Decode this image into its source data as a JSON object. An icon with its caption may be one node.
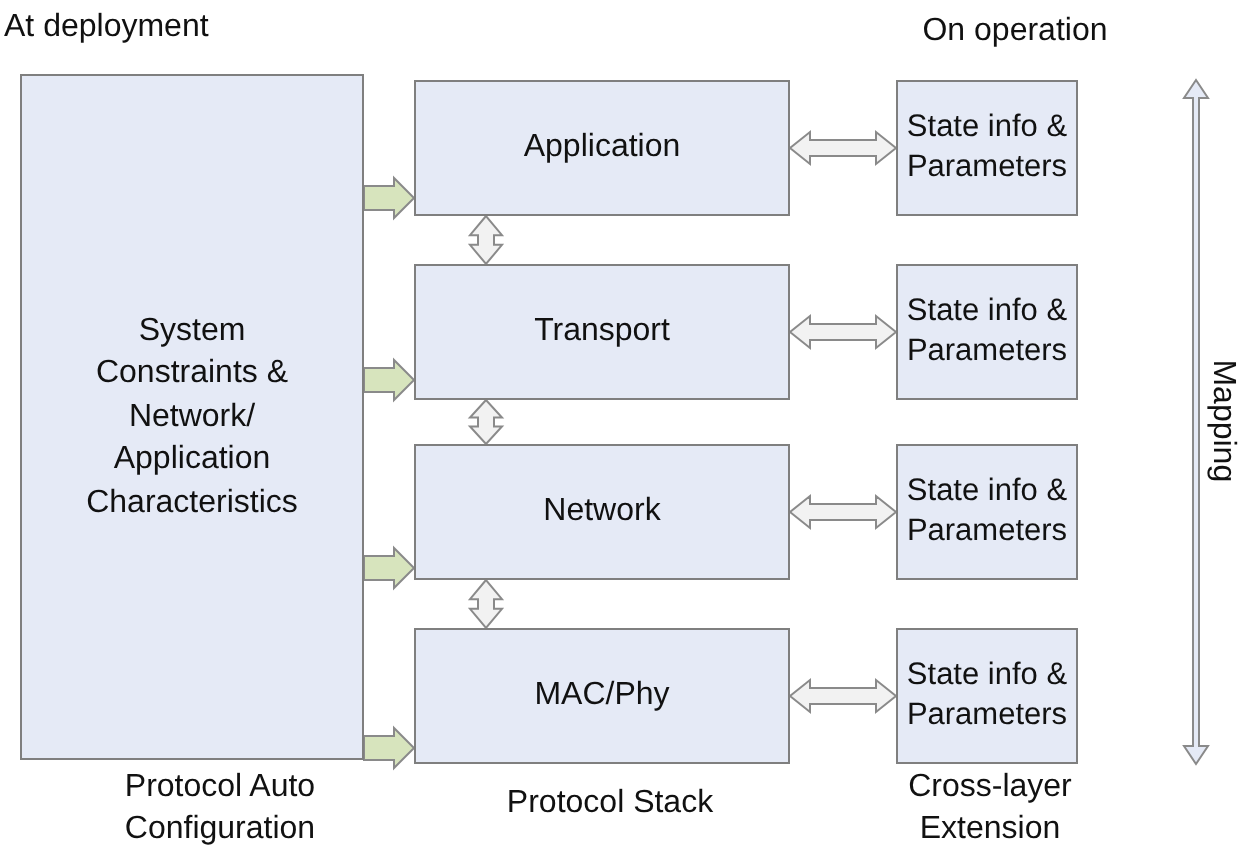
{
  "diagram": {
    "nodes": [
      {
        "text": [
          "System Constraints & Network/ Application Characteristics"
        ]
      },
      {
        "text": [
          "Application"
        ]
      },
      {
        "text": [
          "Transport"
        ]
      },
      {
        "text": [
          "Network"
        ]
      },
      {
        "text": [
          "MAC/Phy"
        ]
      },
      {
        "text": [
          "State info & Parameters"
        ]
      },
      {
        "text": [
          "State info & Parameters"
        ]
      },
      {
        "text": [
          "State info & Parameters"
        ]
      },
      {
        "text": [
          "State info & Parameters"
        ]
      }
    ],
    "edges": [
      {
        "from": 0,
        "to": 1,
        "arrow": "to",
        "color": "#d7e4bd"
      },
      {
        "from": 0,
        "to": 2,
        "arrow": "to",
        "color": "#d7e4bd"
      },
      {
        "from": 0,
        "to": 3,
        "arrow": "to",
        "color": "#d7e4bd"
      },
      {
        "from": 0,
        "to": 4,
        "arrow": "to",
        "color": "#d7e4bd"
      },
      {
        "from": 1,
        "to": 2,
        "arrow": "both"
      },
      {
        "from": 2,
        "to": 3,
        "arrow": "both"
      },
      {
        "from": 3,
        "to": 4,
        "arrow": "both"
      },
      {
        "from": 1,
        "to": 5,
        "arrow": "both"
      },
      {
        "from": 2,
        "to": 6,
        "arrow": "both"
      },
      {
        "from": 3,
        "to": 7,
        "arrow": "both"
      },
      {
        "from": 4,
        "to": 8,
        "arrow": "both"
      }
    ],
    "labels": [
      "At deployment",
      "On operation",
      "Mapping",
      "Protocol Auto Configuration",
      "Protocol Stack",
      "Cross-layer Extension"
    ]
  }
}
